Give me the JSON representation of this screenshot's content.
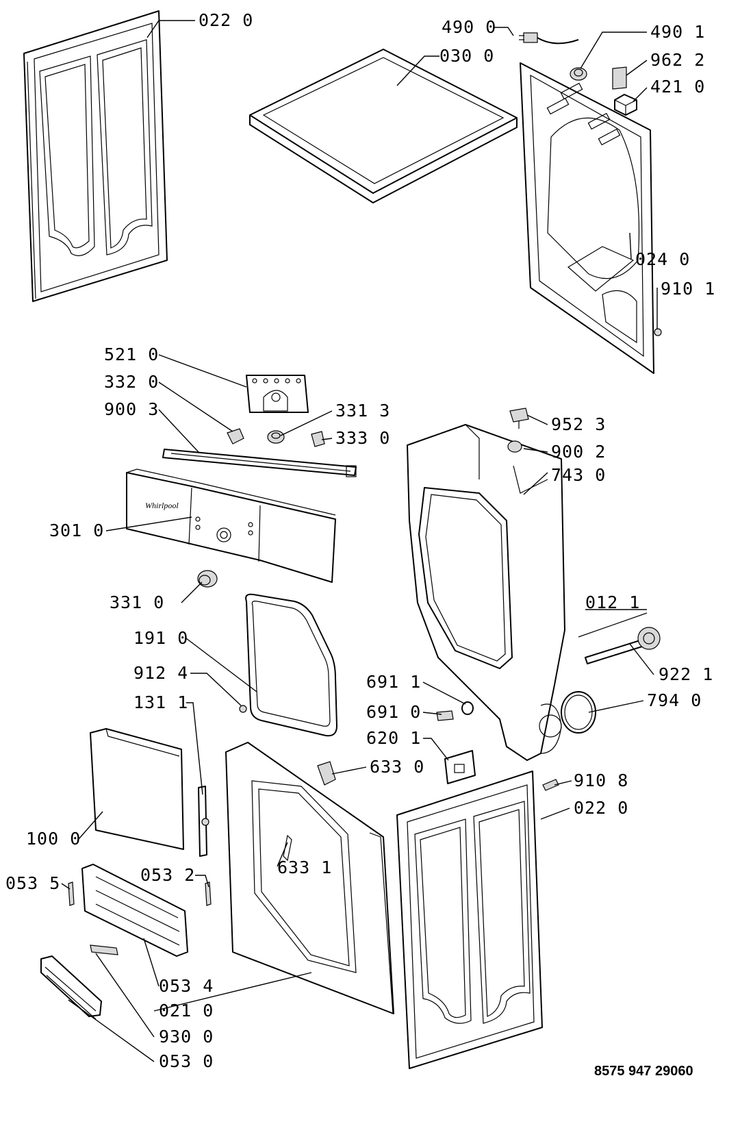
{
  "diagram": {
    "labels": [
      "022 0",
      "490 0",
      "490 1",
      "030 0",
      "962 2",
      "421 0",
      "024 0",
      "910 1",
      "521 0",
      "332 0",
      "900 3",
      "331 3",
      "333 0",
      "952 3",
      "900 2",
      "743 0",
      "301 0",
      "331 0",
      "012 1",
      "191 0",
      "922 1",
      "912 4",
      "691 1",
      "691 0",
      "794 0",
      "131 1",
      "620 1",
      "633 0",
      "910 8",
      "022 0",
      "100 0",
      "633 1",
      "053 5",
      "053 2",
      "053 4",
      "021 0",
      "930 0",
      "053 0"
    ],
    "document_number": "8575 947 29060"
  }
}
